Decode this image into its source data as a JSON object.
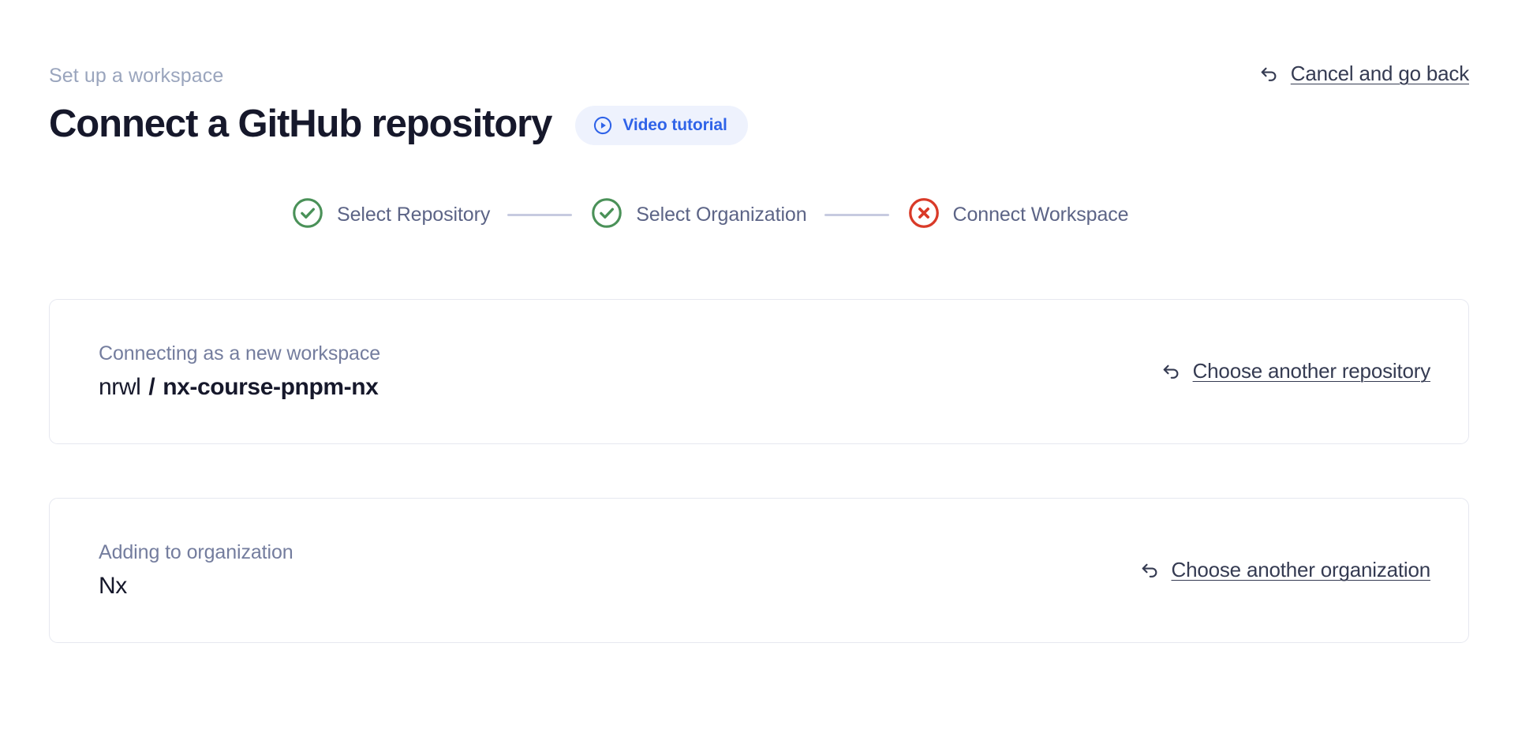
{
  "header": {
    "eyebrow": "Set up a workspace",
    "title": "Connect a GitHub repository",
    "video_badge": {
      "label": "Video tutorial",
      "icon": "play-circle-icon",
      "bg_color": "#eef2fd",
      "text_color": "#2f63e8"
    },
    "cancel_link": {
      "label": "Cancel and go back",
      "icon": "arrow-uturn-left-icon"
    }
  },
  "stepper": {
    "connector_color": "#c7cbe0",
    "steps": [
      {
        "label": "Select Repository",
        "status": "complete",
        "icon": "check-circle-icon",
        "color": "#4a9158"
      },
      {
        "label": "Select Organization",
        "status": "complete",
        "icon": "check-circle-icon",
        "color": "#4a9158"
      },
      {
        "label": "Connect Workspace",
        "status": "error",
        "icon": "x-circle-icon",
        "color": "#d93a28"
      }
    ]
  },
  "cards": [
    {
      "caption": "Connecting as a new workspace",
      "value": {
        "owner": "nrwl",
        "separator": "/",
        "repo": "nx-course-pnpm-nx"
      },
      "link": {
        "label": "Choose another repository",
        "icon": "arrow-uturn-left-icon"
      }
    },
    {
      "caption": "Adding to organization",
      "value": {
        "owner": "Nx",
        "separator": "",
        "repo": ""
      },
      "link": {
        "label": "Choose another organization",
        "icon": "arrow-uturn-left-icon"
      }
    }
  ]
}
